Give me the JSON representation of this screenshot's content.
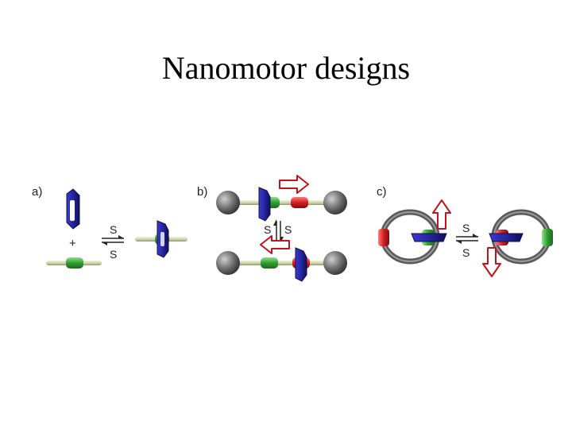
{
  "slide": {
    "title": "Nanomotor designs"
  },
  "panels": [
    {
      "label": "a)",
      "operator": "+",
      "stimulus_top": "S",
      "stimulus_bottom": "S"
    },
    {
      "label": "b)",
      "stimulus_left": "S",
      "stimulus_right": "S"
    },
    {
      "label": "c)",
      "stimulus_top": "S",
      "stimulus_bottom": "S"
    }
  ],
  "colors": {
    "ring": "#23239a",
    "ring_dark": "#10104f",
    "station_green": "#3aa63a",
    "station_red": "#d11f1f",
    "axle": "#d8dcb0",
    "stopper": "#6f6f6f",
    "arrow_outline": "#c0141c"
  }
}
